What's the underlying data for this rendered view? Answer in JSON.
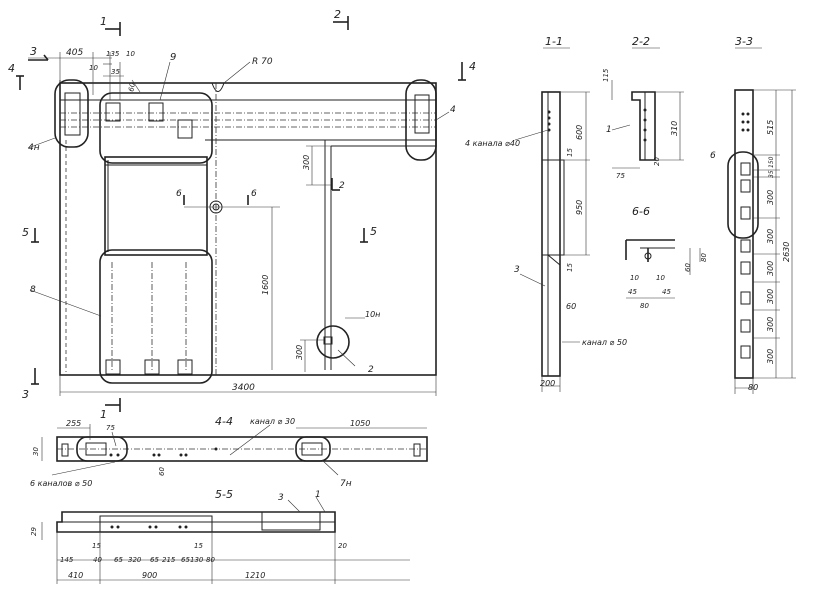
{
  "sections": {
    "s1": "1",
    "s2": "2",
    "s3": "3",
    "s4": "4",
    "s5": "5",
    "s11": "1-1",
    "s22": "2-2",
    "s33": "3-3",
    "s44": "4-4",
    "s55": "5-5",
    "s66": "6-6"
  },
  "plan": {
    "d405": "405",
    "d135": "135",
    "d10a": "10",
    "d10b": "10",
    "d35": "35",
    "d60": "60",
    "r70": "R 70",
    "pos9": "9",
    "pos4n": "4н",
    "pos4": "4",
    "pos8": "8",
    "pos10n": "10н",
    "pos2": "2",
    "d300a": "300",
    "d1600": "1600",
    "d300b": "300",
    "d3400": "3400",
    "m6a": "6",
    "m6b": "6",
    "m2": "2"
  },
  "sec11": {
    "channels": "4 канала ⌀40",
    "d600": "600",
    "d15a": "15",
    "d950": "950",
    "d15b": "15",
    "d60": "60",
    "channel50": "канал ⌀ 50",
    "d200": "200",
    "pos3": "3"
  },
  "sec22": {
    "d115": "115",
    "d310": "310",
    "d75": "75",
    "d20": "20",
    "pos1": "1"
  },
  "sec66": {
    "d10a": "10",
    "d10b": "10",
    "d45a": "45",
    "d45b": "45",
    "d80a": "80",
    "d60": "60",
    "d80b": "80"
  },
  "sec33": {
    "d515": "515",
    "d150": "150",
    "d35": "35",
    "d300a": "300",
    "d300b": "300",
    "d300c": "300",
    "d300d": "300",
    "d300e": "300",
    "d300f": "300",
    "d2630": "2630",
    "d80": "80",
    "pos6": "6"
  },
  "sec44": {
    "d255": "255",
    "d75": "75",
    "d30": "30",
    "channel30": "канал ⌀ 30",
    "d1050": "1050",
    "channels6": "6 каналов ⌀ 50",
    "d60": "60",
    "pos7n": "7н"
  },
  "sec55": {
    "pos3": "3",
    "pos1": "1",
    "d29": "29",
    "d15a": "15",
    "d15b": "15",
    "d20": "20",
    "d145": "145",
    "d40": "40",
    "d65a": "65",
    "d320": "320",
    "d65b": "65",
    "d215": "215",
    "d65c": "65",
    "d130": "130",
    "d80": "80",
    "d410": "410",
    "d900": "900",
    "d1210": "1210"
  }
}
